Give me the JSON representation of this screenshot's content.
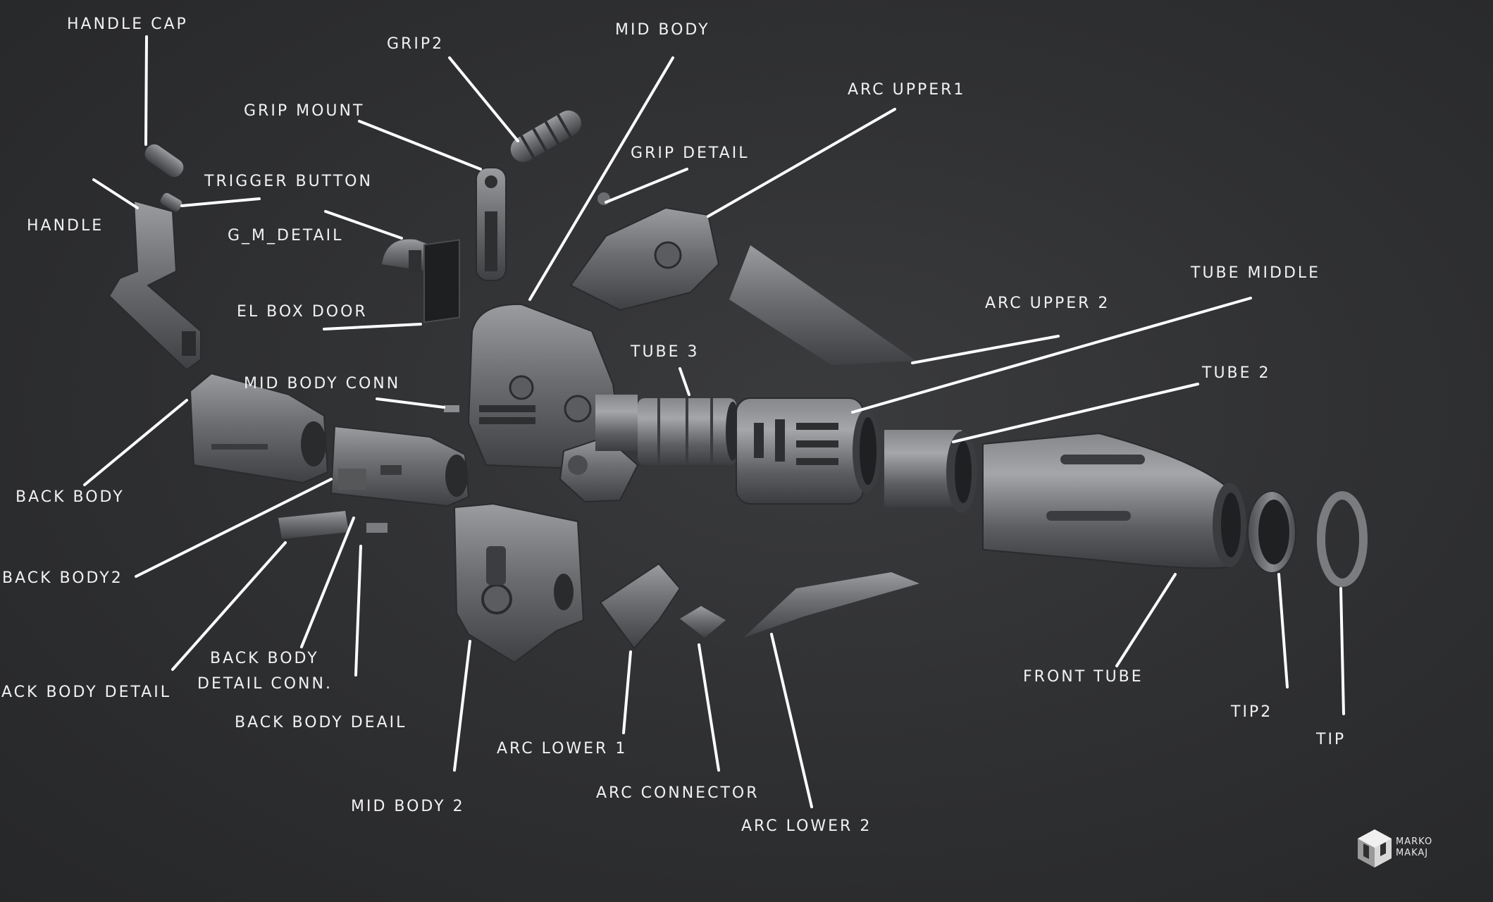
{
  "labels": {
    "handle_cap": "HANDLE CAP",
    "grip2": "GRIP2",
    "mid_body": "MID BODY",
    "grip_mount": "GRIP MOUNT",
    "grip_detail": "GRIP DETAIL",
    "arc_upper_1": "ARC UPPER1",
    "trigger_button": "TRIGGER BUTTON",
    "handle": "HANDLE",
    "g_m_detail": "G_M_DETAIL",
    "tube_middle": "TUBE MIDDLE",
    "arc_upper_2": "ARC UPPER 2",
    "el_box_door": "EL BOX DOOR",
    "tube_3": "TUBE 3",
    "tube_2": "TUBE 2",
    "mid_body_conn": "MID BODY CONN",
    "back_body": "BACK BODY",
    "back_body2": "BACK BODY2",
    "back_body_detail": "ACK BODY DETAIL",
    "back_body_detail_conn_1": "BACK BODY",
    "back_body_detail_conn_2": "DETAIL CONN.",
    "back_body_deail": "BACK BODY DEAIL",
    "arc_lower_1": "ARC LOWER 1",
    "front_tube": "FRONT TUBE",
    "tip2": "TIP2",
    "tip": "TIP",
    "arc_connector": "ARC CONNECTOR",
    "mid_body_2": "MID BODY 2",
    "arc_lower_2": "ARC LOWER 2"
  },
  "logo": {
    "line1": "MARKO",
    "line2": "MAKAJ"
  },
  "colors": {
    "background": "#2e2f31",
    "label": "#f2f2f2",
    "leader": "#ffffff",
    "part": "#6e7073"
  }
}
